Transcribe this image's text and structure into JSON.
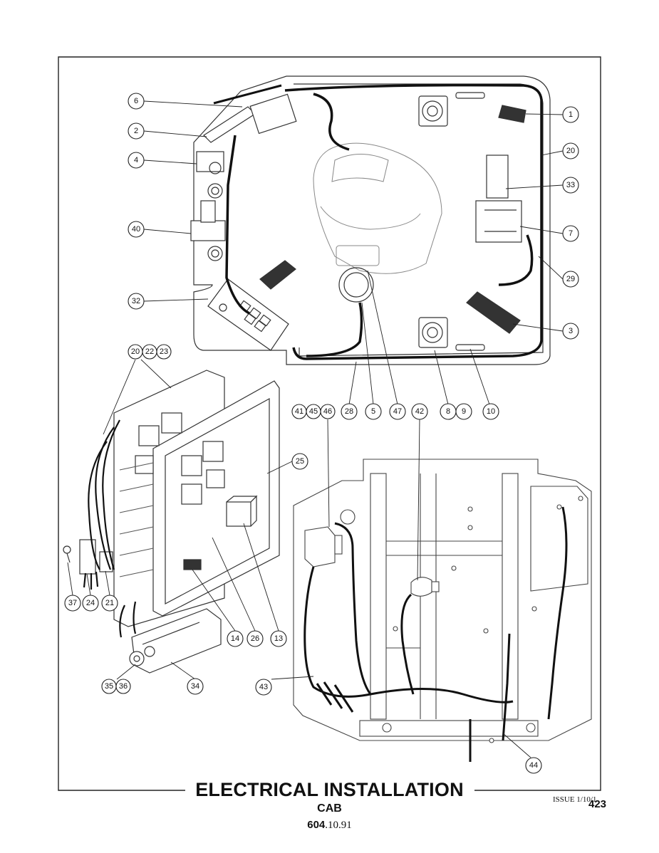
{
  "title": "ELECTRICAL INSTALLATION",
  "subtitle": "CAB",
  "section": {
    "bold": "604",
    "rest": ".10.91"
  },
  "issue": "ISSUE 1/10/1",
  "page_number": "423",
  "callouts": {
    "c1": "1",
    "c2": "2",
    "c3": "3",
    "c4": "4",
    "c5": "5",
    "c6": "6",
    "c7": "7",
    "c8": "8",
    "c9": "9",
    "c10": "10",
    "c13": "13",
    "c14": "14",
    "c20a": "20",
    "c20b": "20",
    "c21": "21",
    "c22": "22",
    "c23": "23",
    "c24": "24",
    "c25": "25",
    "c26": "26",
    "c28": "28",
    "c29": "29",
    "c32": "32",
    "c33": "33",
    "c34": "34",
    "c35": "35",
    "c36": "36",
    "c37": "37",
    "c40": "40",
    "c41": "41",
    "c42": "42",
    "c43": "43",
    "c44": "44",
    "c45": "45",
    "c46": "46",
    "c47": "47"
  }
}
